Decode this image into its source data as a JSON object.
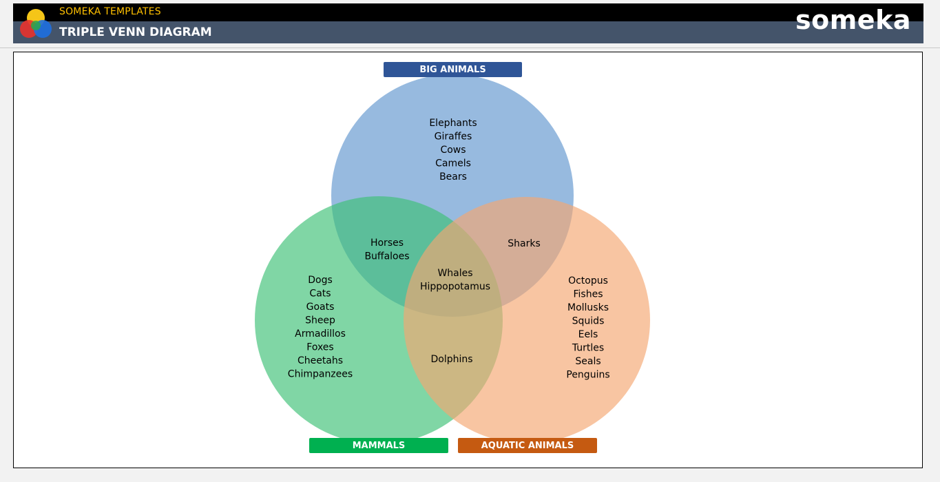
{
  "header": {
    "brand_small": "SOMEKA TEMPLATES",
    "title": "TRIPLE VENN DIAGRAM",
    "brand_logo": "someka"
  },
  "venn": {
    "sets": {
      "big": {
        "label": "BIG ANIMALS",
        "label_color": "#2f5597",
        "fill": "#6fa0d2"
      },
      "mammals": {
        "label": "MAMMALS",
        "label_color": "#00b050",
        "fill": "#3cc074"
      },
      "aquatic": {
        "label": "AQUATIC ANIMALS",
        "label_color": "#c55a11",
        "fill": "#f4a670"
      }
    },
    "regions": {
      "big_only": [
        "Elephants",
        "Giraffes",
        "Cows",
        "Camels",
        "Bears"
      ],
      "big_mammals": [
        "Horses",
        "Buffaloes"
      ],
      "big_aquatic": [
        "Sharks"
      ],
      "all_three": [
        "Whales",
        "Hippopotamus"
      ],
      "mammals_only": [
        "Dogs",
        "Cats",
        "Goats",
        "Sheep",
        "Armadillos",
        "Foxes",
        "Cheetahs",
        "Chimpanzees"
      ],
      "mammals_aquatic": [
        "Dolphins"
      ],
      "aquatic_only": [
        "Octopus",
        "Fishes",
        "Mollusks",
        "Squids",
        "Eels",
        "Turtles",
        "Seals",
        "Penguins"
      ]
    }
  }
}
